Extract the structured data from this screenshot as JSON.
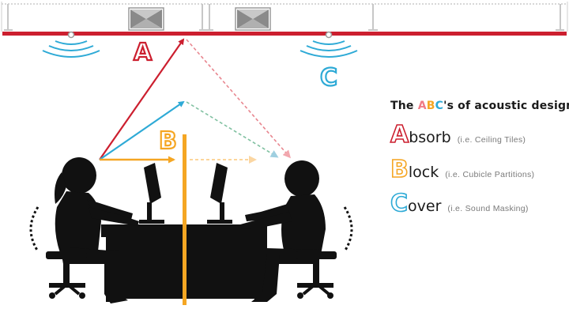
{
  "legend": {
    "title_prefix": "The ",
    "title_letters": [
      "A",
      "B",
      "C"
    ],
    "title_suffix": "'s of acoustic design",
    "items": [
      {
        "letter": "A",
        "rest": "bsorb",
        "note": "(i.e. Ceiling Tiles)"
      },
      {
        "letter": "B",
        "rest": "lock",
        "note": "(i.e. Cubicle Partitions)"
      },
      {
        "letter": "C",
        "rest": "over",
        "note": "(i.e. Sound Masking)"
      }
    ]
  },
  "diagram": {
    "marker_a": "A",
    "marker_b": "B",
    "marker_c": "C"
  },
  "colors": {
    "absorb": "#cc1f2f",
    "block": "#f5a623",
    "cover": "#2eaad6",
    "ink": "#111111",
    "grid": "#bfbfbf"
  }
}
